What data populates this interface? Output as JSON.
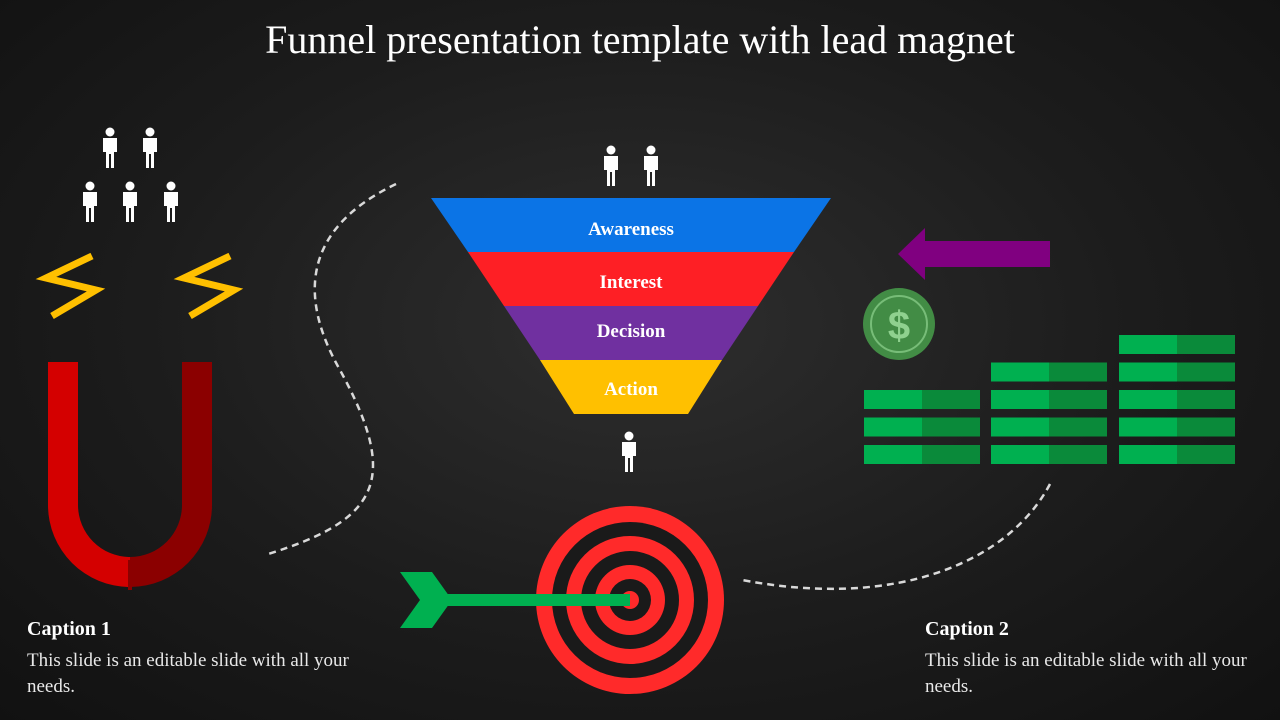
{
  "title": "Funnel presentation template with lead magnet",
  "funnel": {
    "stages": [
      {
        "label": "Awareness",
        "color": "#0b74e6"
      },
      {
        "label": "Interest",
        "color": "#fe1f25"
      },
      {
        "label": "Decision",
        "color": "#7030a0"
      },
      {
        "label": "Action",
        "color": "#ffc000"
      }
    ]
  },
  "captions": [
    {
      "heading": "Caption 1",
      "text": "This slide is an editable slide with all your needs."
    },
    {
      "heading": "Caption 2",
      "text": "This slide is an editable slide with all your needs."
    }
  ],
  "icons": {
    "magnet": "magnet-icon",
    "sparks": "lightning-icon",
    "person": "person-icon",
    "target": "target-icon",
    "arrow": "arrow-icon",
    "coin": "dollar-coin-icon",
    "money": "money-stack-icon"
  },
  "colors": {
    "background": "#1c1c1c",
    "magnet_red": "#d40000",
    "magnet_dark": "#8b0000",
    "spark": "#ffc000",
    "target_red": "#ff2a2a",
    "arrow_green": "#00b050",
    "arrow_purple": "#800080",
    "money_green": "#00b050",
    "coin_green": "#4caf50"
  }
}
